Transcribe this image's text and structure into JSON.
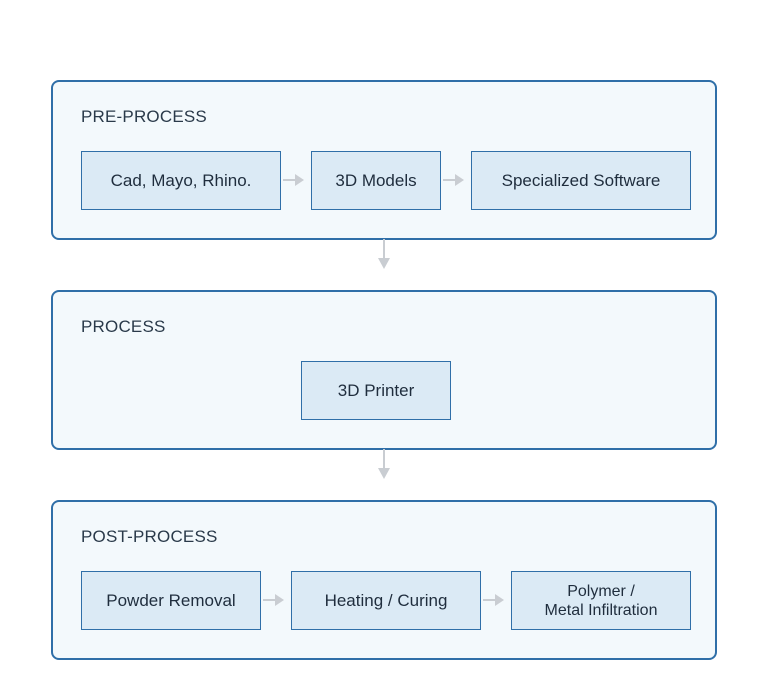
{
  "colors": {
    "stage_border": "#2f6fa8",
    "stage_fill": "#f3f9fc",
    "step_fill": "#dbeaf5",
    "connector": "#c9cdd2"
  },
  "stages": [
    {
      "title": "PRE-PROCESS",
      "steps": [
        "Cad, Mayo, Rhino.",
        "3D Models",
        "Specialized Software"
      ]
    },
    {
      "title": "PROCESS",
      "steps": [
        "3D Printer"
      ]
    },
    {
      "title": "POST-PROCESS",
      "steps": [
        "Powder Removal",
        "Heating / Curing",
        "Polymer /\nMetal Infiltration"
      ]
    }
  ]
}
